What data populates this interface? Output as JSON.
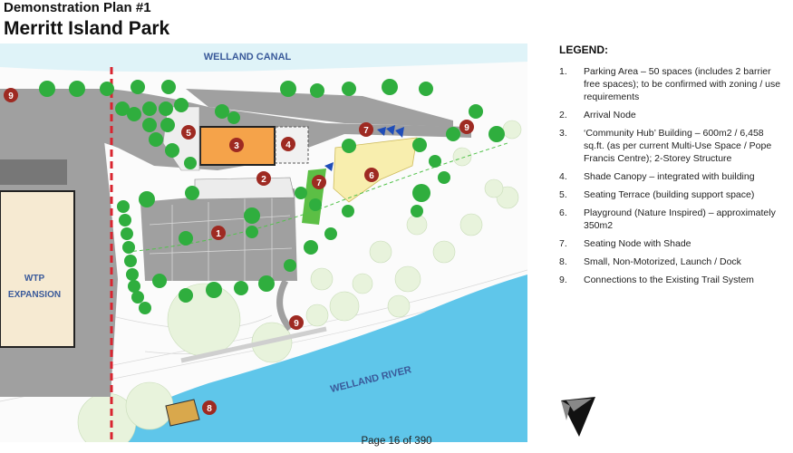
{
  "header": {
    "subtitle": "Demonstration Plan #1",
    "title": "Merritt Island Park"
  },
  "map": {
    "labels": {
      "canal": "WELLAND CANAL",
      "river": "WELLAND RIVER",
      "wtp_line1": "WTP",
      "wtp_line2": "EXPANSION"
    },
    "markers": [
      {
        "id": "m9a",
        "num": "9"
      },
      {
        "id": "m9b",
        "num": "9"
      },
      {
        "id": "m9c",
        "num": "9"
      },
      {
        "id": "m5",
        "num": "5"
      },
      {
        "id": "m3",
        "num": "3"
      },
      {
        "id": "m4",
        "num": "4"
      },
      {
        "id": "m2",
        "num": "2"
      },
      {
        "id": "m7a",
        "num": "7"
      },
      {
        "id": "m7b",
        "num": "7"
      },
      {
        "id": "m6",
        "num": "6"
      },
      {
        "id": "m1",
        "num": "1"
      },
      {
        "id": "m8",
        "num": "8"
      }
    ],
    "colors": {
      "water": "#5fc6ea",
      "canal": "#dff3f8",
      "paving": "#a0a0a0",
      "tree": "#2fae3e",
      "marker": "#9e2a22",
      "boundary": "#d9242f"
    }
  },
  "legend": {
    "title": "LEGEND:",
    "items": [
      {
        "num": "1.",
        "text": "Parking Area – 50 spaces (includes 2 barrier free spaces); to be confirmed with zoning / use requirements"
      },
      {
        "num": "2.",
        "text": "Arrival Node"
      },
      {
        "num": "3.",
        "text": "‘Community Hub’ Building – 600m2 / 6,458 sq.ft. (as per current Multi-Use Space / Pope Francis Centre); 2-Storey Structure"
      },
      {
        "num": "4.",
        "text": "Shade Canopy – integrated with building"
      },
      {
        "num": "5.",
        "text": "Seating Terrace (building support space)"
      },
      {
        "num": "6.",
        "text": "Playground (Nature Inspired) – approximately 350m2"
      },
      {
        "num": "7.",
        "text": "Seating Node with Shade"
      },
      {
        "num": "8.",
        "text": "Small, Non-Motorized, Launch / Dock"
      },
      {
        "num": "9.",
        "text": "Connections to the Existing Trail System"
      }
    ]
  },
  "footer": {
    "page": "Page 16 of 390"
  },
  "icons": {
    "north_arrow": "north-arrow-icon"
  }
}
